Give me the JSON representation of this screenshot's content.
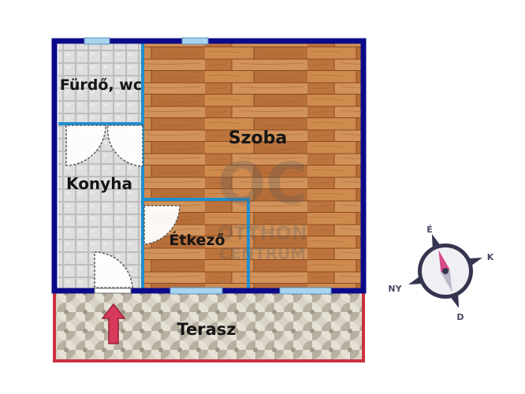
{
  "rooms": {
    "bathroom": "Fürdő, wc",
    "room": "Szoba",
    "kitchen": "Konyha",
    "dining": "Étkező",
    "terrace": "Terasz"
  },
  "watermark": {
    "logo_letters": "OC",
    "line1": "OTTHON",
    "line2": "CENTRUM"
  },
  "compass": {
    "north": "É",
    "east": "K",
    "south": "D",
    "west": "NY"
  },
  "colors": {
    "wall": "#0a0a8a",
    "partition": "#1e8fcf",
    "terrace_border": "#cc3040",
    "entrance_arrow": "#d83a5a",
    "window": "#a9d4ee",
    "compass_needle": "#d64a8a"
  },
  "icons": {
    "entrance": "entrance-arrow-icon",
    "compass": "compass-icon"
  }
}
